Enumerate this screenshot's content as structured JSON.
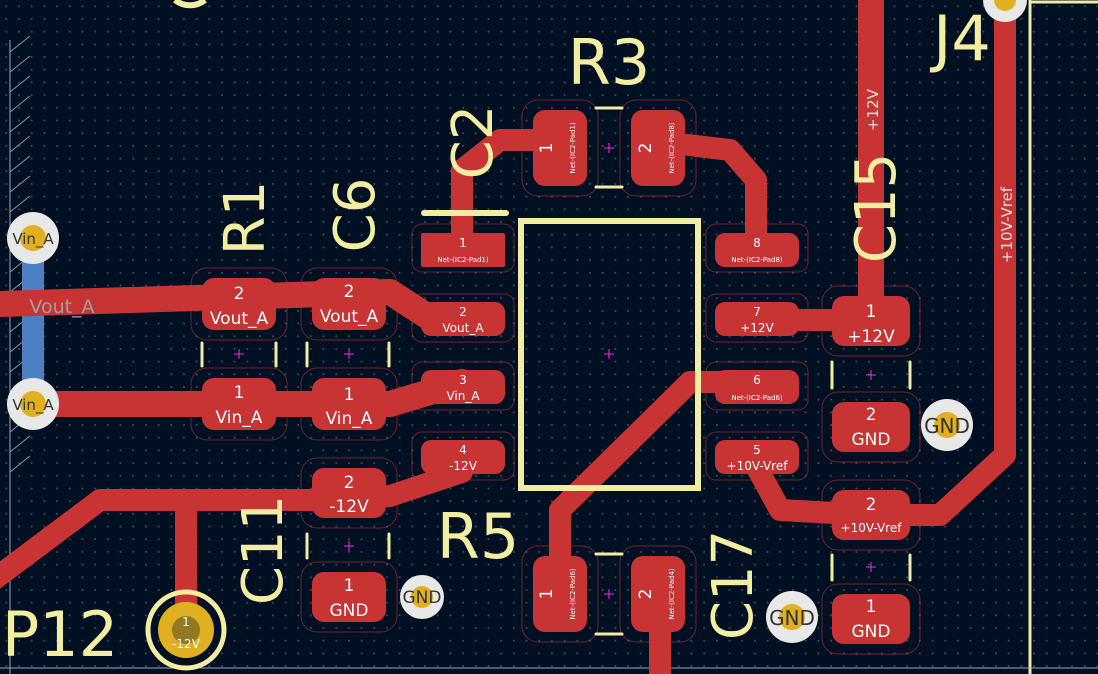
{
  "colors": {
    "background": "#001023",
    "copper_front": "#c83434",
    "copper_back": "#4d7fc4",
    "silkscreen": "#f2eda1",
    "via": "#e0b020",
    "anchor": "#ff26e2"
  },
  "refs": {
    "r1": "R1",
    "c6": "C6",
    "c2": "C2",
    "r3": "R3",
    "c15": "C15",
    "j4": "J4",
    "c11": "C11",
    "r5": "R5",
    "c17": "C17",
    "p12": "P12"
  },
  "tracks": {
    "vout_a": "Vout_A",
    "plus12": "+12V",
    "vref": "+10V-Vref"
  },
  "r1": {
    "p2_num": "2",
    "p2_net": "Vout_A",
    "p1_num": "1",
    "p1_net": "Vin_A"
  },
  "c6": {
    "p2_num": "2",
    "p2_net": "Vout_A",
    "p1_num": "1",
    "p1_net": "Vin_A"
  },
  "ic2": {
    "p1_num": "1",
    "p1_net": "Net-(IC2-Pad1)",
    "p2_num": "2",
    "p2_net": "Vout_A",
    "p3_num": "3",
    "p3_net": "Vin_A",
    "p4_num": "4",
    "p4_net": "-12V",
    "p5_num": "5",
    "p5_net": "+10V-Vref",
    "p6_num": "6",
    "p6_net": "Net-(IC2-Pad6)",
    "p7_num": "7",
    "p7_net": "+12V",
    "p8_num": "8",
    "p8_net": "Net-(IC2-Pad8)"
  },
  "r3": {
    "p1_num": "1",
    "p1_net": "Net-(IC2-Pad1)",
    "p2_num": "2",
    "p2_net": "Net-(IC2-Pad8)"
  },
  "c15": {
    "p1_num": "1",
    "p1_net": "+12V",
    "p2_num": "2",
    "p2_net": "GND"
  },
  "c11": {
    "p2_num": "2",
    "p2_net": "-12V",
    "p1_num": "1",
    "p1_net": "GND"
  },
  "r5": {
    "p1_num": "1",
    "p1_net": "Net-(IC2-Pad6)",
    "p2_num": "2",
    "p2_net": "Net-(IC2-Pad4)"
  },
  "c17": {
    "p2_num": "2",
    "p2_net": "+10V-Vref",
    "p1_num": "1",
    "p1_net": "GND"
  },
  "p12": {
    "pad_num": "1",
    "pad_net": "-12V"
  },
  "vias": {
    "vin_a_top": "Vin_A",
    "vin_a_bottom": "Vin_A",
    "gnd_c15": "GND",
    "gnd_c11": "GND",
    "gnd_c17": "GND"
  }
}
